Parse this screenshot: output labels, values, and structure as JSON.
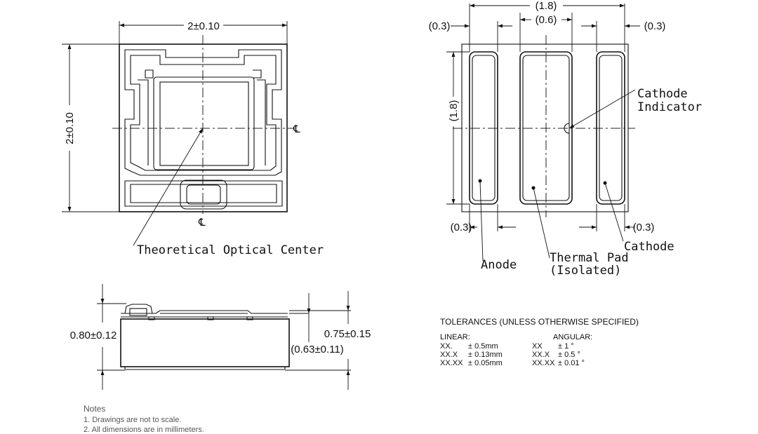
{
  "top_view": {
    "width_dim": "2±0.10",
    "height_dim": "2±0.10",
    "centerline_symbol": "℄",
    "optical_center_label": "Theoretical Optical Center"
  },
  "bottom_view": {
    "overall_width": "(1.8)",
    "pad_width": "(0.6)",
    "left_top_dim": "(0.3)",
    "right_top_dim": "(0.3)",
    "height_dim": "(1.8)",
    "left_bottom_dim": "(0.3)",
    "right_bottom_dim": "(0.3)",
    "cathode_indicator_line1": "Cathode",
    "cathode_indicator_line2": "Indicator",
    "anode_label": "Anode",
    "thermal_pad_line1": "Thermal Pad",
    "thermal_pad_line2": "(Isolated)",
    "cathode_label": "Cathode"
  },
  "side_view": {
    "total_height": "0.80±0.12",
    "body_height": "0.75±0.15",
    "inner_height": "(0.63±0.11)"
  },
  "tolerances": {
    "title": "TOLERANCES (UNLESS OTHERWISE SPECIFIED)",
    "linear_header": "LINEAR:",
    "angular_header": "ANGULAR:",
    "rows": [
      {
        "lin_fmt": "XX.",
        "lin_val": "± 0.5mm",
        "ang_fmt": "XX",
        "ang_val": "± 1 °"
      },
      {
        "lin_fmt": "XX.X",
        "lin_val": "± 0.13mm",
        "ang_fmt": "XX.X",
        "ang_val": "± 0.5 °"
      },
      {
        "lin_fmt": "XX.XX",
        "lin_val": "± 0.05mm",
        "ang_fmt": "XX.XX",
        "ang_val": "± 0.01 °"
      }
    ]
  },
  "notes": {
    "heading": "Notes",
    "items": [
      "1.  Drawings are not to scale.",
      "2.  All dimensions are in millimeters."
    ]
  }
}
